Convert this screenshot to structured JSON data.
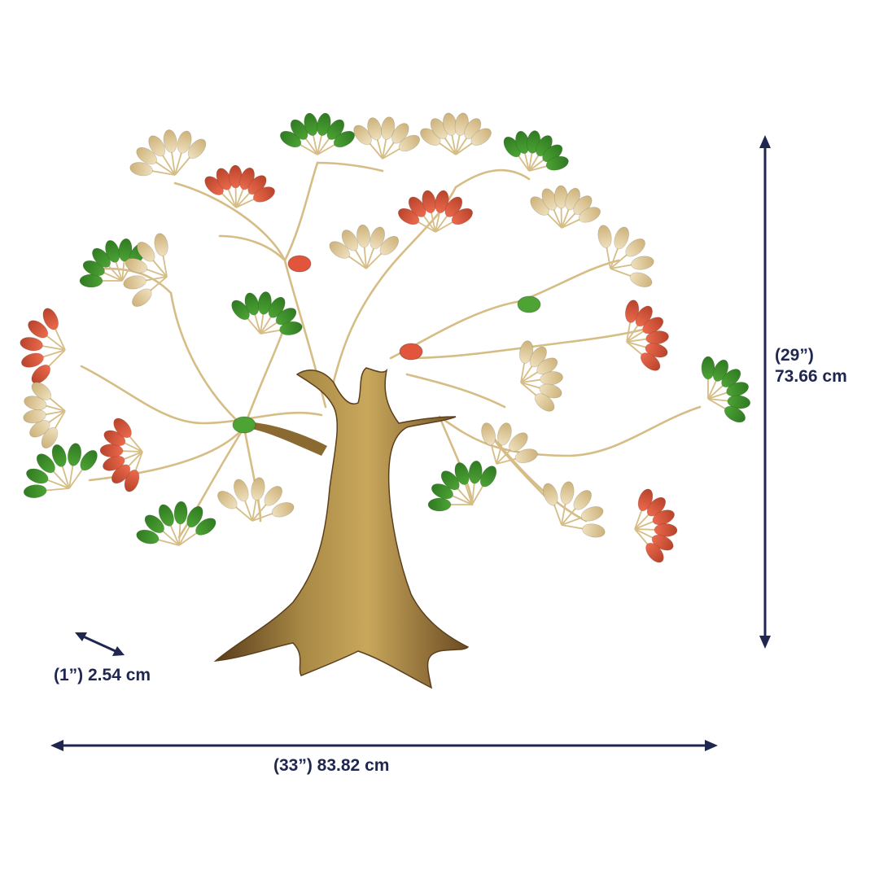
{
  "product": {
    "image_name": "tree-wall-art"
  },
  "dimensions": {
    "height_inches": "(29”)",
    "height_cm": "73.66 cm",
    "width_label": "(33”) 83.82 cm",
    "depth_label": "(1”) 2.54 cm"
  },
  "colors": {
    "dimension_ink": "#1f2650",
    "gold": "#d9c28f",
    "green": "#3f8f2c",
    "red": "#e0553c",
    "trunk": "#7a5a2a"
  }
}
